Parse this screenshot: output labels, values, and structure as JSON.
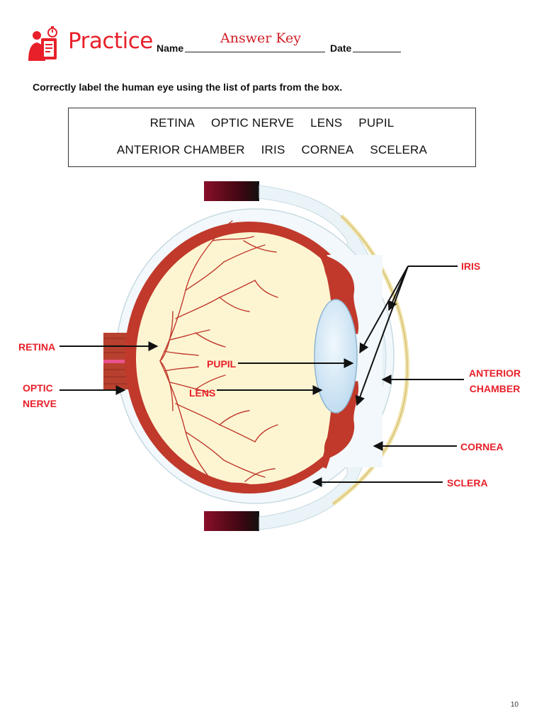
{
  "header": {
    "title": "Practice",
    "name_label": "Name",
    "name_value": "Answer Key",
    "date_label": "Date"
  },
  "instructions": "Correctly label the human eye using the list of parts from the box.",
  "parts_box": {
    "row1": [
      "RETINA",
      "OPTIC NERVE",
      "LENS",
      "PUPIL"
    ],
    "row2": [
      "ANTERIOR CHAMBER",
      "IRIS",
      "CORNEA",
      "SCELERA"
    ]
  },
  "labels": {
    "retina": "RETINA",
    "optic_nerve": "OPTIC\nNERVE",
    "pupil": "PUPIL",
    "lens": "LENS",
    "iris": "IRIS",
    "anterior_chamber": "ANTERIOR\nCHAMBER",
    "cornea": "CORNEA",
    "sclera": "SCLERA"
  },
  "colors": {
    "accent": "#e8202a",
    "vitreous": "#fdf5d2",
    "choroid": "#c0392b",
    "lens": "#d4e8f7",
    "sclera_outer": "#eef5f8"
  },
  "page_number": "10"
}
